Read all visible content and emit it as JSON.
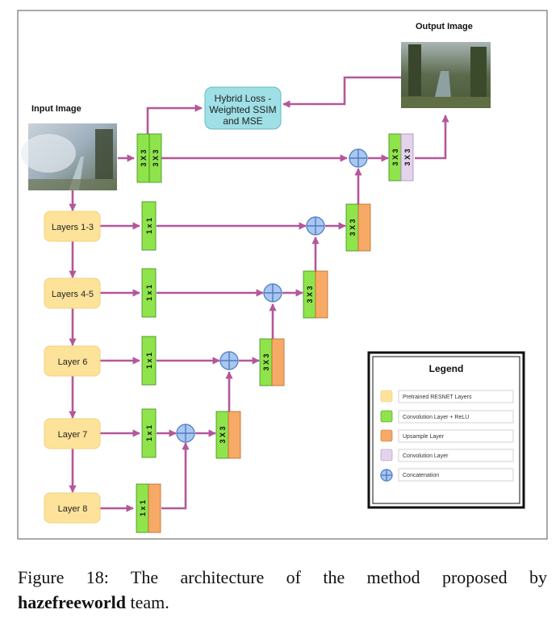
{
  "input_title": "Input Image",
  "output_title": "Output Image",
  "loss_lines": [
    "Hybrid Loss -",
    "Weighted SSIM",
    "and MSE"
  ],
  "layers": [
    "Layers 1-3",
    "Layers 4-5",
    "Layer 6",
    "Layer 7",
    "Layer 8"
  ],
  "block_labels": {
    "conv3": "3 X 3",
    "conv1": "1 x 1"
  },
  "legend": {
    "title": "Legend",
    "items": [
      {
        "label": "Pretrained RESNET Layers",
        "swatch": "yellow"
      },
      {
        "label": "Convolution Layer + ReLU",
        "swatch": "green"
      },
      {
        "label": "Upsample Layer",
        "swatch": "orange"
      },
      {
        "label": "Convolution Layer",
        "swatch": "lilac"
      },
      {
        "label": "Concatenation",
        "swatch": "plus-circle"
      }
    ]
  },
  "colors": {
    "arrow": "#b4579a",
    "pretrained": "#fde39a",
    "conv_relu": "#8fe44b",
    "upsample": "#f6aa66",
    "conv": "#e4d3ec",
    "concat": "#a9c7f1",
    "loss": "#9fdfe6"
  },
  "caption": {
    "line1": "Figure 18:  The architecture of the method proposed by",
    "team": "hazefreeworld",
    "suffix": " team."
  }
}
